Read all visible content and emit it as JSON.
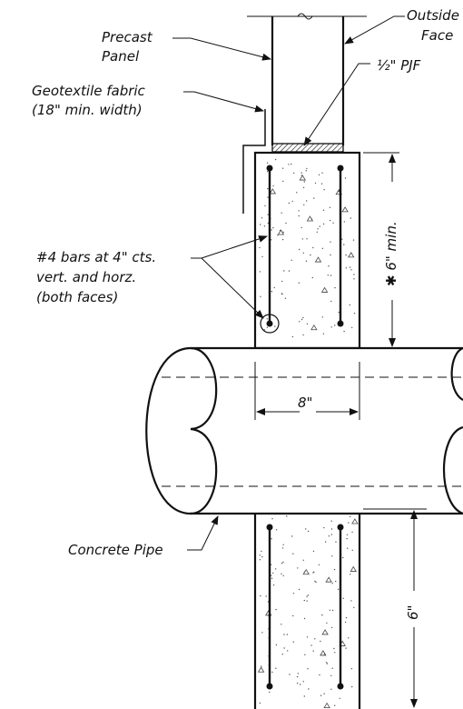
{
  "labels": {
    "precast_panel": [
      "Precast",
      "Panel"
    ],
    "outside_face": [
      "Outside",
      "Face"
    ],
    "pjf": "½\" PJF",
    "geotextile": [
      "Geotextile fabric",
      "(18\" min. width)"
    ],
    "bars": [
      "#4 bars at 4\" cts.",
      "vert. and horz.",
      "(both faces)"
    ],
    "concrete_pipe": "Concrete Pipe",
    "dim_top": "✱ 6\" min.",
    "dim_width": "8\"",
    "dim_bottom": "6\""
  }
}
